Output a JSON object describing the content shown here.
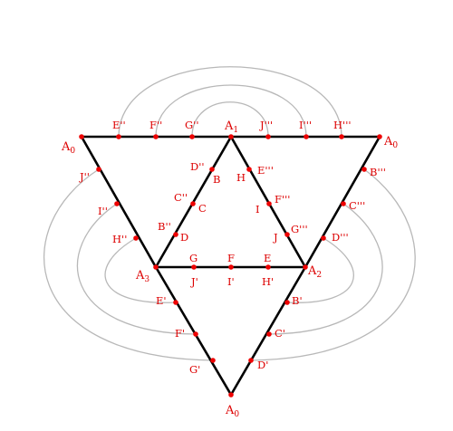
{
  "colors": {
    "edge": "#000000",
    "point": "#ee0000",
    "label": "#dd0000",
    "arc": "#b8b8b8"
  },
  "labels": {
    "A0_top_left": "A",
    "A0_top_right": "A",
    "A0_bottom": "A",
    "A0_sub": "0",
    "A1": "A",
    "A1_sub": "1",
    "A2": "A",
    "A2_sub": "2",
    "A3": "A",
    "A3_sub": "3",
    "top_edge": [
      "E''",
      "F''",
      "G''",
      "J'''",
      "I'''",
      "H'''"
    ],
    "left_outer_edge": [
      "J''",
      "I''",
      "H''"
    ],
    "right_outer_edge": [
      "B'''",
      "C'''",
      "D'''"
    ],
    "inner_left_outer": [
      "D''",
      "C''",
      "B''"
    ],
    "inner_left_inner": [
      "B",
      "C",
      "D"
    ],
    "inner_right_outer": [
      "E'''",
      "F'''",
      "G'''"
    ],
    "inner_right_inner": [
      "H",
      "I",
      "J"
    ],
    "middle_upper": [
      "G",
      "F",
      "E"
    ],
    "middle_lower": [
      "J'",
      "I'",
      "H'"
    ],
    "bottom_left_edge": [
      "E'",
      "F'",
      "G'"
    ],
    "bottom_right_edge": [
      "B'",
      "C'",
      "D'"
    ]
  }
}
